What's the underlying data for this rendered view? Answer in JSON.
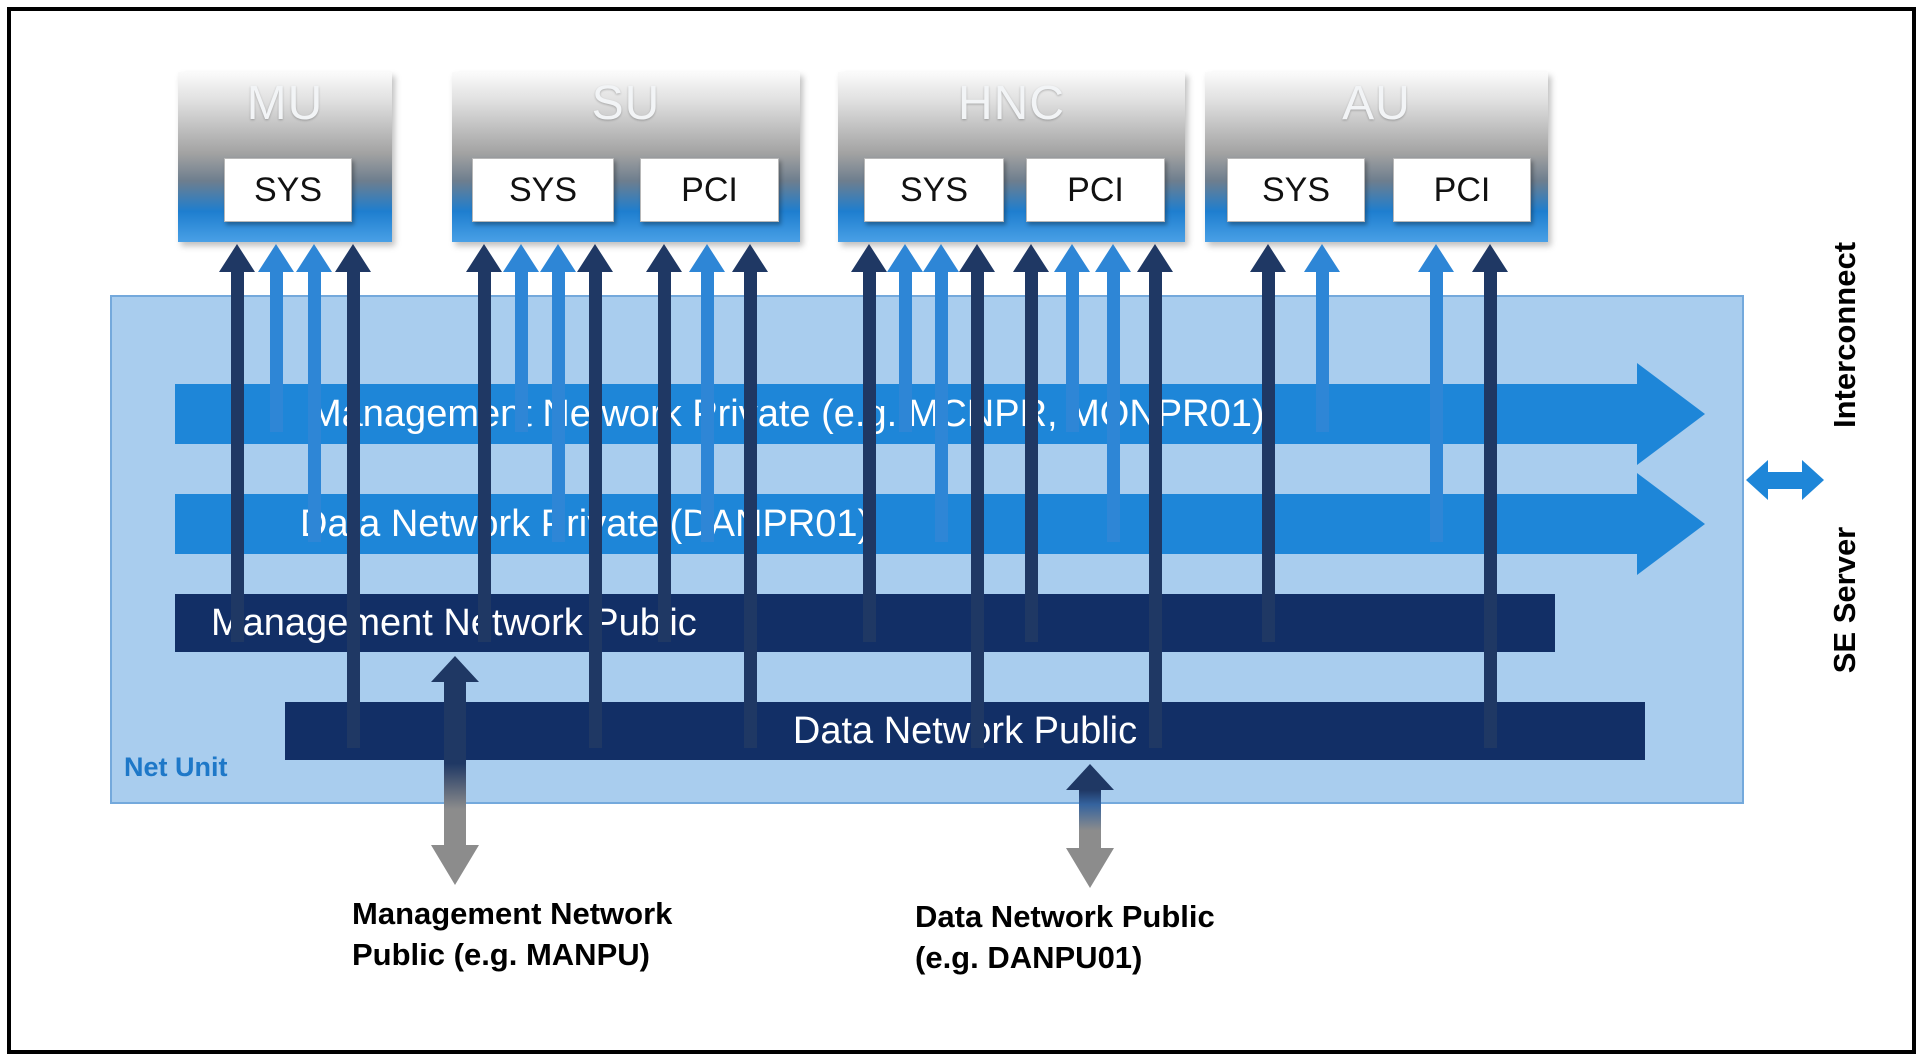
{
  "units": [
    {
      "label": "MU",
      "modules": [
        "SYS"
      ]
    },
    {
      "label": "SU",
      "modules": [
        "SYS",
        "PCI"
      ]
    },
    {
      "label": "HNC",
      "modules": [
        "SYS",
        "PCI"
      ]
    },
    {
      "label": "AU",
      "modules": [
        "SYS",
        "PCI"
      ]
    }
  ],
  "net_unit": {
    "label": "Net Unit"
  },
  "networks": {
    "mgmt_private": {
      "label": "Management Network Private (e.g. MCNPR, MONPR01)"
    },
    "data_private": {
      "label": "Data Network Private (DANPR01)"
    },
    "mgmt_public": {
      "label": "Management Network Public"
    },
    "data_public": {
      "label": "Data Network Public"
    }
  },
  "side": {
    "interconnect": "Interconnect",
    "se_server": "SE Server"
  },
  "external": {
    "mgmt_public_line1": "Management Network",
    "mgmt_public_line2": "Public (e.g. MANPU)",
    "data_public_line1": "Data Network Public",
    "data_public_line2": "(e.g. DANPU01)"
  },
  "colors": {
    "accent_blue": "#1e86d8",
    "navy": "#122f66",
    "arrow_navy": "#1f3864",
    "arrow_blue": "#2e86d6",
    "net_unit_bg": "#a9cdee",
    "gray_arrow": "#8c8c8c"
  }
}
